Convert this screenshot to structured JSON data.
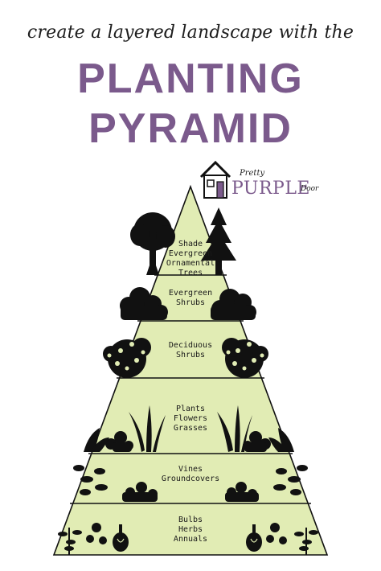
{
  "header": {
    "subtitle": "create a layered landscape with the",
    "title_line1": "PLANTING",
    "title_line2": "PYRAMID"
  },
  "logo": {
    "pretty": "Pretty",
    "purple": "PURPLE",
    "door": "Door"
  },
  "colors": {
    "title": "#7b5a8c",
    "pyramid_fill": "#e1ecb4",
    "outline": "#111111"
  },
  "tiers": [
    {
      "lines": [
        "Shade",
        "Evergreen",
        "Ornamental",
        "Trees"
      ]
    },
    {
      "lines": [
        "Evergreen",
        "Shrubs"
      ]
    },
    {
      "lines": [
        "Deciduous",
        "Shrubs"
      ]
    },
    {
      "lines": [
        "Plants",
        "Flowers",
        "Grasses"
      ]
    },
    {
      "lines": [
        "Vines",
        "Groundcovers"
      ]
    },
    {
      "lines": [
        "Bulbs",
        "Herbs",
        "Annuals"
      ]
    }
  ]
}
